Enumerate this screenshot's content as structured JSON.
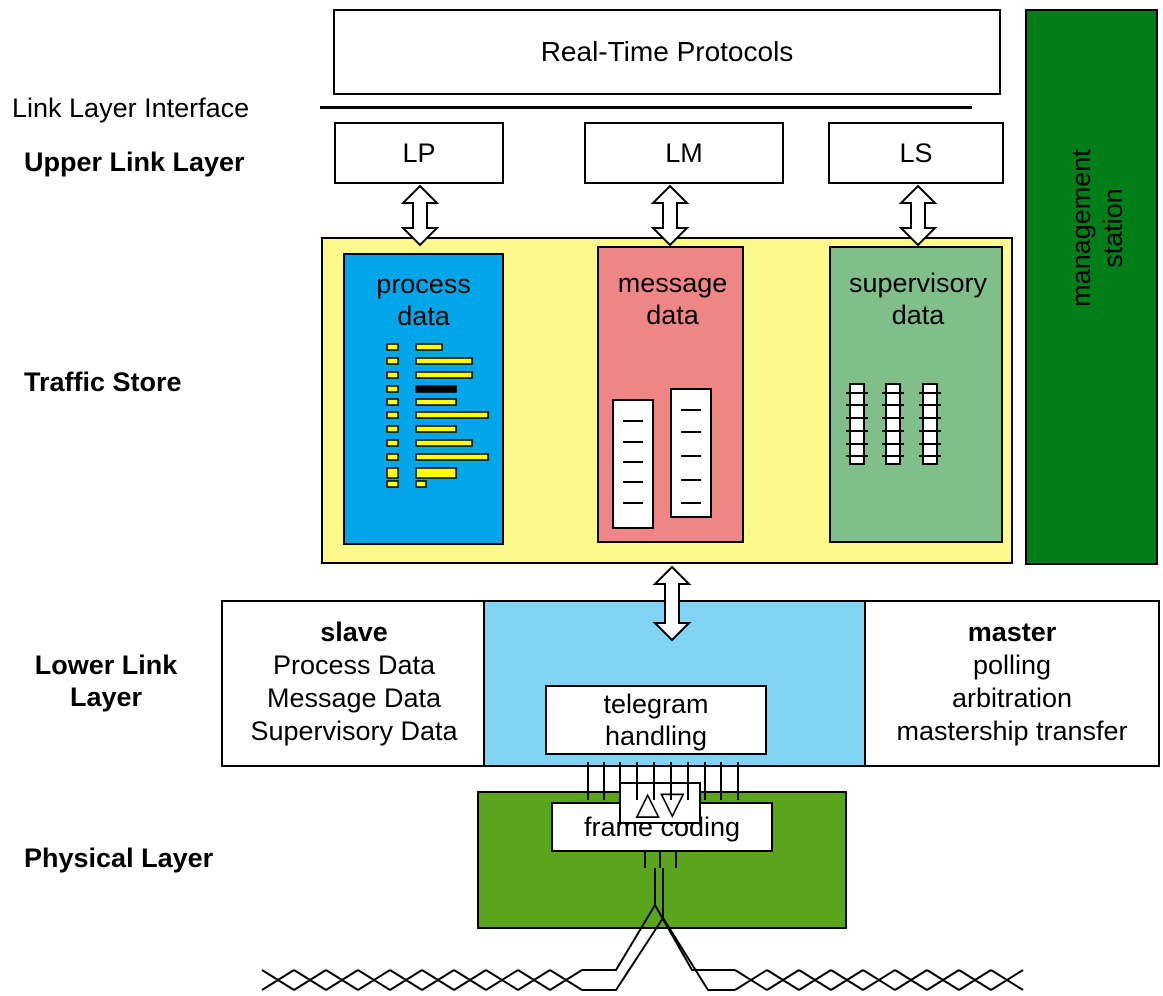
{
  "protocols": {
    "title": "Real-Time Protocols"
  },
  "interface": {
    "label": "Link Layer Interface"
  },
  "layers": {
    "upper": "Upper Link Layer",
    "traffic": "Traffic Store",
    "lower_line1": "Lower Link",
    "lower_line2": "Layer",
    "physical": "Physical Layer"
  },
  "upper_boxes": [
    "LP",
    "LM",
    "LS"
  ],
  "traffic_store": {
    "process": [
      "process",
      "data"
    ],
    "message": [
      "message",
      "data"
    ],
    "supervisory": [
      "supervisory",
      "data"
    ]
  },
  "management": {
    "line1": "management",
    "line2": "station"
  },
  "lower": {
    "slave": {
      "title": "slave",
      "items": [
        "Process Data",
        "Message Data",
        "Supervisory Data"
      ]
    },
    "telegram": [
      "telegram",
      "handling"
    ],
    "master": {
      "title": "master",
      "items": [
        "polling",
        "arbitration",
        "mastership transfer"
      ]
    }
  },
  "physical": {
    "frame_coding": "frame coding",
    "symbol": "△▽"
  },
  "colors": {
    "traffic_bg": "#fdf98a",
    "process_bg": "#00a6e8",
    "message_bg": "#ee8685",
    "supervisory_bg": "#80bf89",
    "management_bg": "#017e17",
    "lower_center_bg": "#81d4f3",
    "physical_bg": "#5ba51c",
    "bar_yellow": "#ffff00"
  }
}
